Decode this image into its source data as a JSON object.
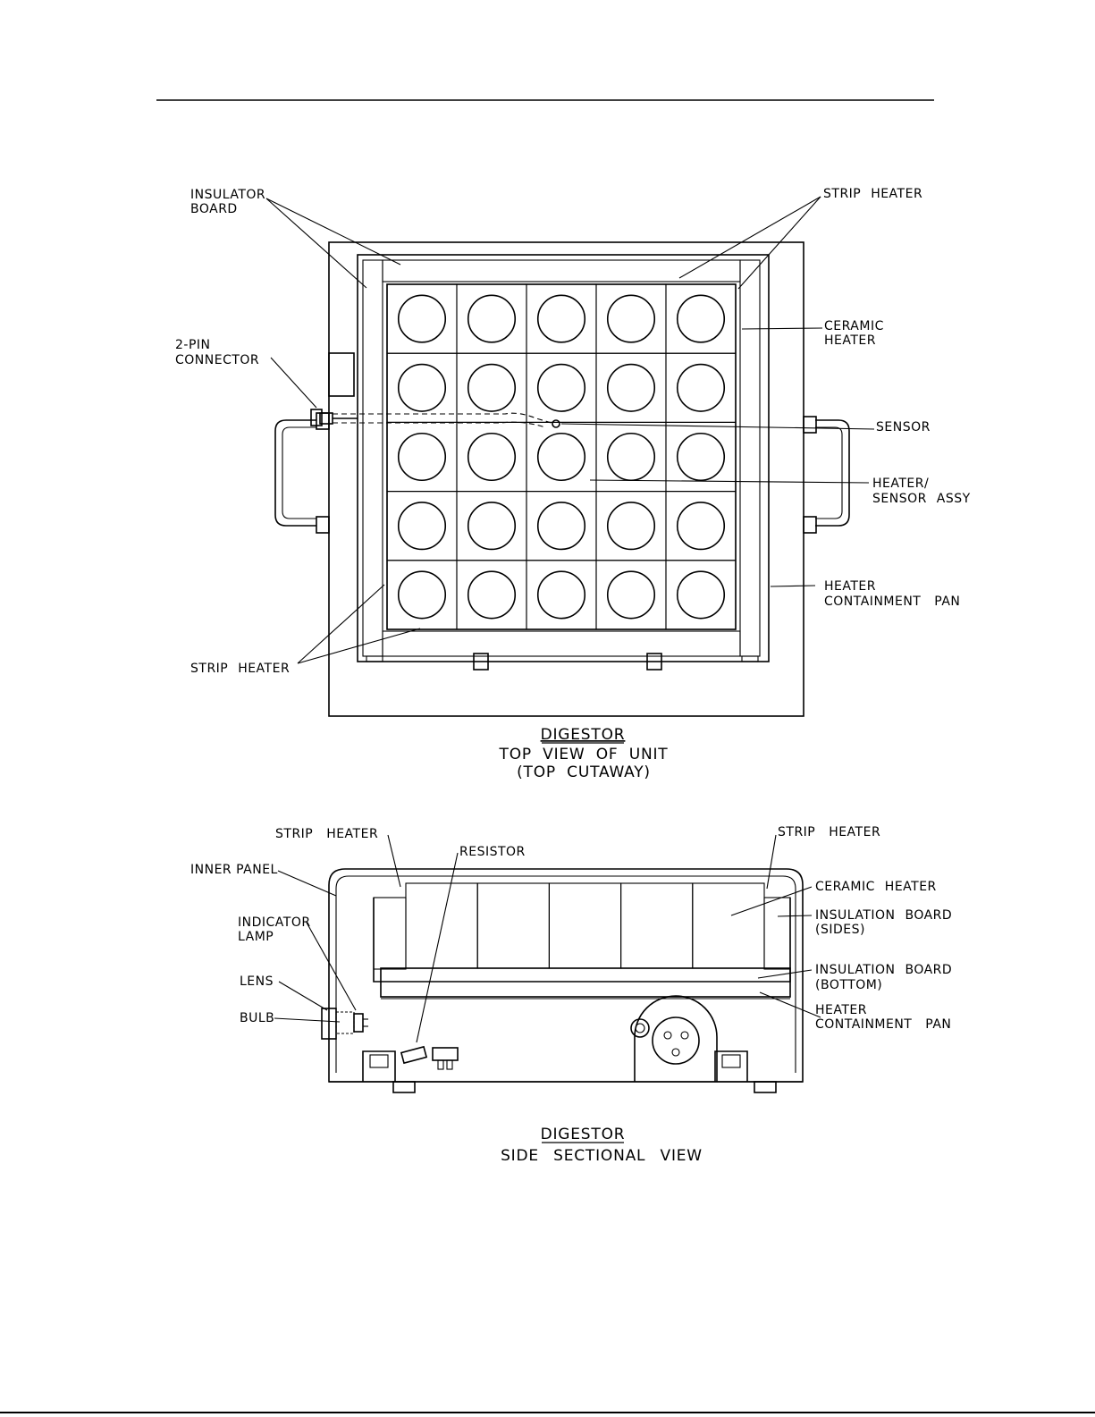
{
  "top_view": {
    "labels": {
      "insulator_board": [
        "INSULATOR",
        "BOARD"
      ],
      "strip_heater_top": "STRIP HEATER",
      "two_pin_connector": [
        "2-PIN",
        "CONNECTOR"
      ],
      "ceramic_heater": [
        "CERAMIC",
        "HEATER"
      ],
      "sensor": "SENSOR",
      "heater_sensor_assy": [
        "HEATER/",
        "SENSOR ASSY"
      ],
      "heater_containment_pan": [
        "HEATER",
        "CONTAINMENT PAN"
      ],
      "strip_heater_bottom": "STRIP HEATER"
    },
    "caption": [
      "DIGESTOR",
      "TOP VIEW OF UNIT",
      "(TOP CUTAWAY)"
    ],
    "grid": {
      "rows": 5,
      "cols": 5
    }
  },
  "side_view": {
    "labels": {
      "strip_heater_left": "STRIP HEATER",
      "strip_heater_right": "STRIP HEATER",
      "resistor": "RESISTOR",
      "inner_panel": "INNER PANEL",
      "ceramic_heater": "CERAMIC HEATER",
      "insulation_board_sides": [
        "INSULATION BOARD",
        "(SIDES)"
      ],
      "indicator_lamp": [
        "INDICATOR",
        "LAMP"
      ],
      "insulation_board_bottom": [
        "INSULATION BOARD",
        "(BOTTOM)"
      ],
      "lens": "LENS",
      "bulb": "BULB",
      "heater_containment_pan": [
        "HEATER",
        "CONTAINMENT PAN"
      ]
    },
    "caption": [
      "DIGESTOR",
      "SIDE SECTIONAL VIEW"
    ]
  }
}
